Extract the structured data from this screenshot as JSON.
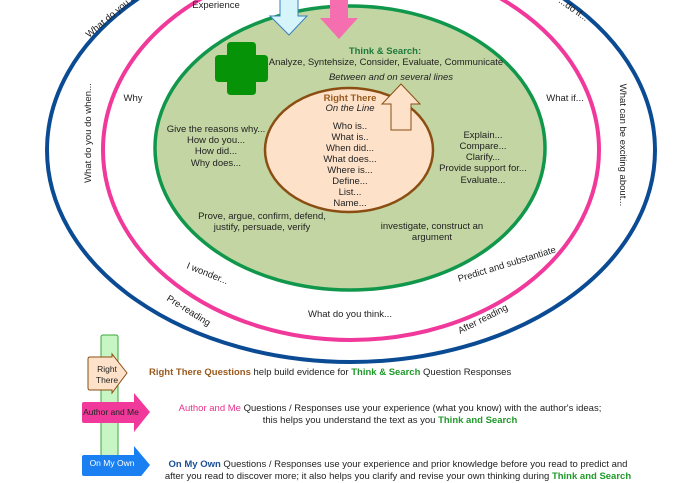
{
  "colors": {
    "outer_ring": "#0a4b93",
    "middle_ring": "#f0399a",
    "green_ring": "#10974b",
    "green_fill": "#c2d5a2",
    "inner_fill": "#fde1c9",
    "inner_ring": "#8b4e12",
    "cross": "#069307"
  },
  "outer_ring": {
    "top_left": "What do you alre...",
    "left": "What do you do when...",
    "top_right": "...do if...",
    "right": "What can be exciting about...",
    "bottom_left": "Pre-reading",
    "bottom_right": "After reading"
  },
  "middle_ring": {
    "top": "Experience",
    "left": "Why",
    "right": "What if...",
    "bottom_left": "I wonder...",
    "bottom": "What do you think...",
    "bottom_right": "Predict and substantiate"
  },
  "think_search": {
    "title": "Think & Search:",
    "verbs": "Analyze, Syntehsize, Consider, Evaluate, Communicate",
    "subtitle": "Between and on several lines",
    "left_prompts": [
      "Give the reasons why...",
      "How do you...",
      "How did...",
      "Why does..."
    ],
    "right_prompts": [
      "Explain...",
      "Compare...",
      "Clarify...",
      "Provide support for...",
      "Evaluate..."
    ],
    "bottom_left": [
      "Prove, argue, confirm, defend,",
      "justify, persuade, verify"
    ],
    "bottom_right": [
      "investigate, construct an",
      "argument"
    ]
  },
  "right_there": {
    "title": "Right There",
    "subtitle": "On the Line",
    "prompts": [
      "Who is..",
      "What is..",
      "When did...",
      "What does...",
      "Where is...",
      "Define...",
      "List...",
      "Name..."
    ]
  },
  "legend": {
    "right_there_arrow": [
      "Right",
      "There"
    ],
    "author_arrow": "Author and Me",
    "own_arrow": "On My Own",
    "line1": {
      "a": "Right There Questions",
      "b": " help build evidence for ",
      "c": "Think & Search",
      "d": " Question Responses"
    },
    "line2": {
      "a": "Author and Me",
      "b": " Questions / Responses use your experience (what you know) with the author's ideas;",
      "c": "this helps you understand the text as you ",
      "d": "Think and Search"
    },
    "line3": {
      "a": "On My Own",
      "b": " Questions / Responses use your experience and prior knowledge before you read to predict and",
      "c": "after you read to discover more; it also helps you clarify and revise your own thinking during ",
      "d": "Think and Search"
    }
  }
}
